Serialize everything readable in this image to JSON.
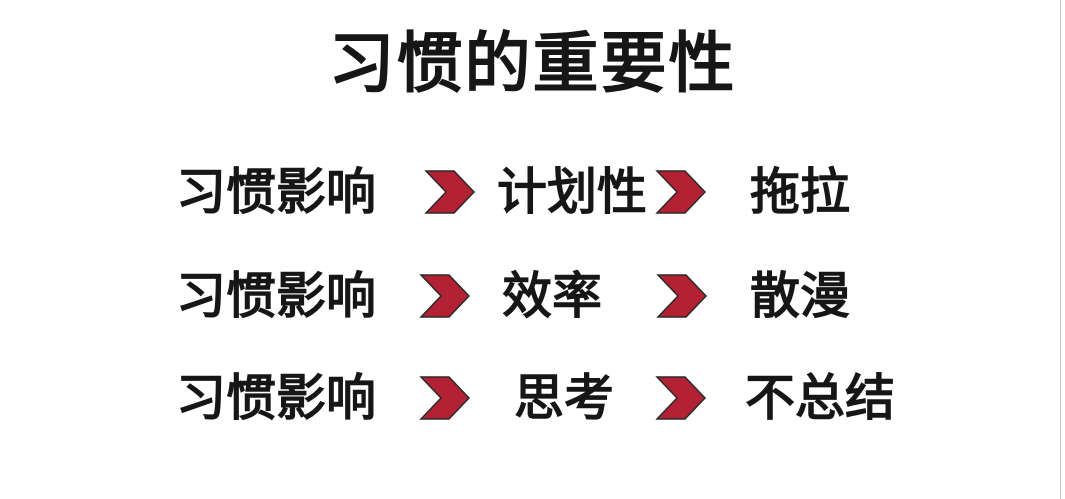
{
  "title": "习惯的重要性",
  "accent_color": "#b22234",
  "arrow_icon": "chevron-right-icon",
  "rows": [
    {
      "source": "习惯影响",
      "middle": "计划性",
      "result": "拖拉"
    },
    {
      "source": "习惯影响",
      "middle": "效率",
      "result": "散漫"
    },
    {
      "source": "习惯影响",
      "middle": "思考",
      "result": "不总结"
    }
  ]
}
